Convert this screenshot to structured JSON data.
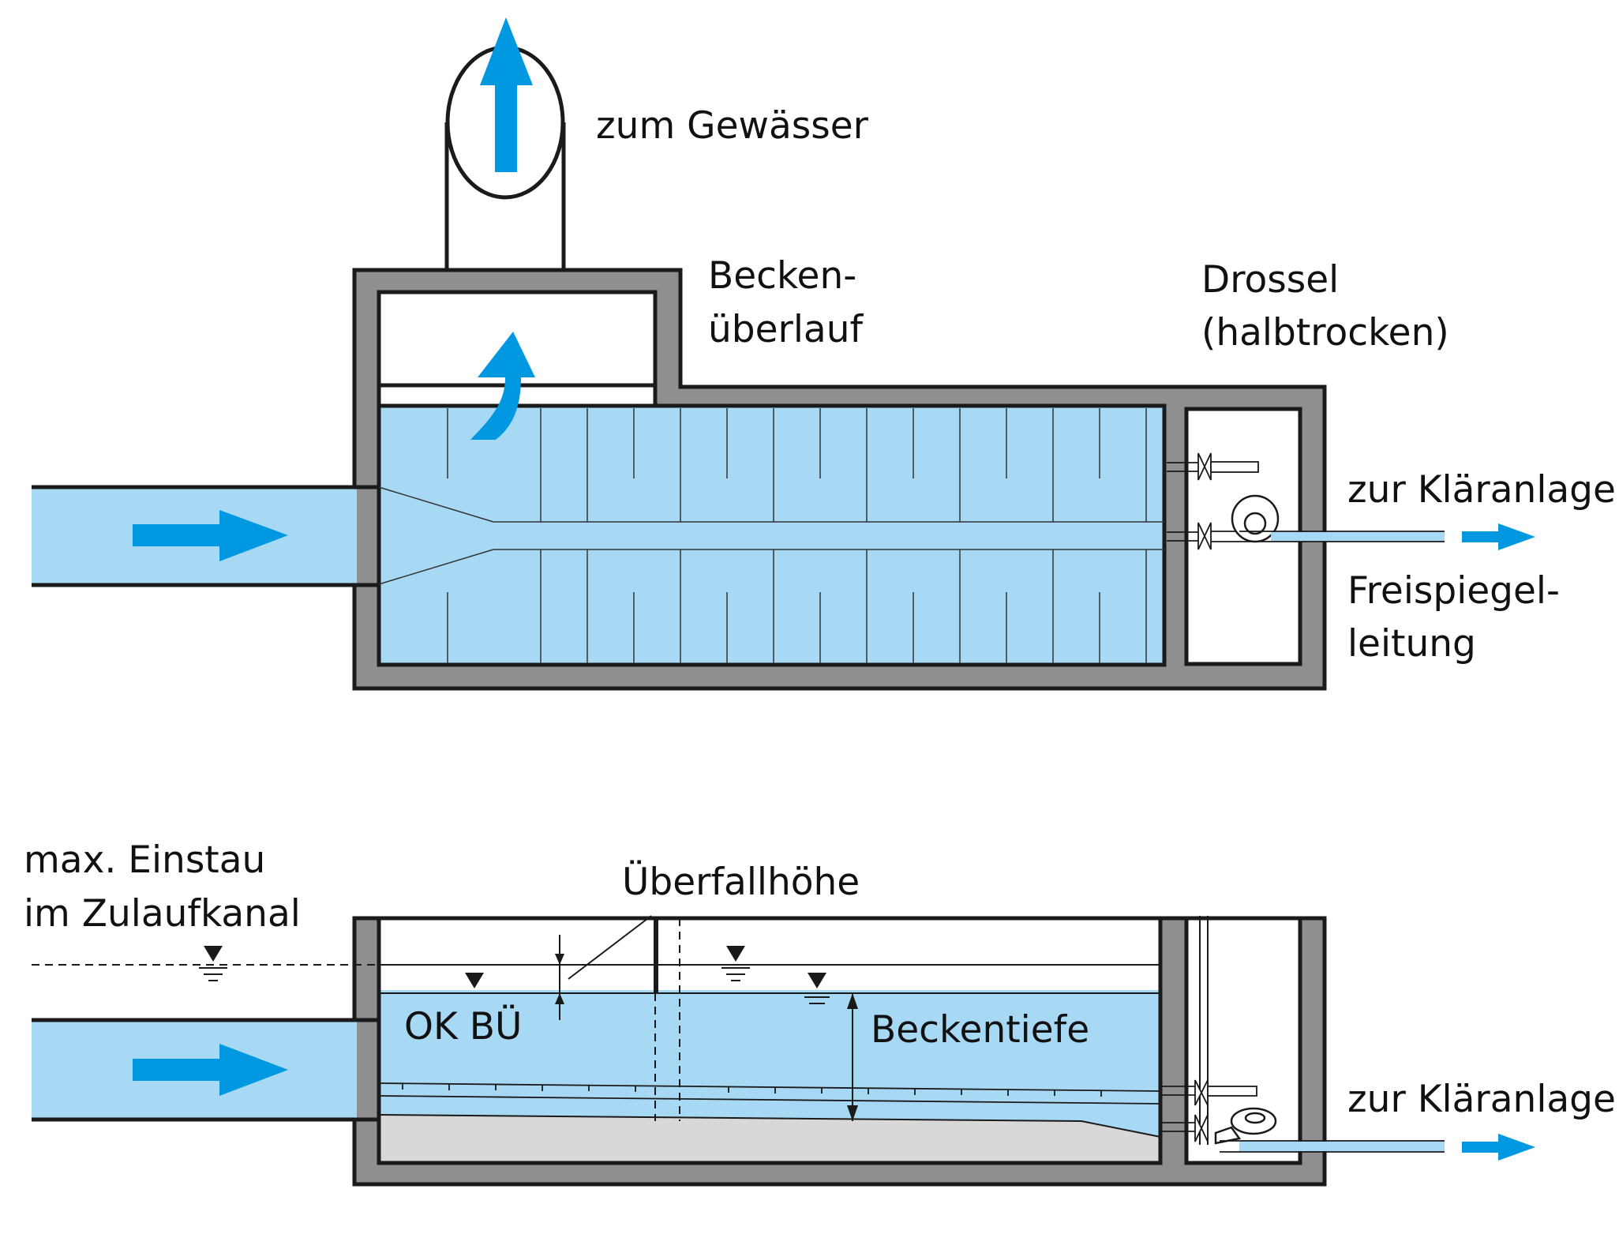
{
  "colors": {
    "water": "#a7d9f5",
    "arrow": "#0098e0",
    "wall": "#8f8f8f",
    "outline": "#1a1a1a",
    "sludge": "#d8d8d8"
  },
  "labels": {
    "to_water_body": "zum Gewässer",
    "overflow_line1": "Becken-",
    "overflow_line2": "überlauf",
    "throttle_line1": "Drossel",
    "throttle_line2": "(halbtrocken)",
    "to_plant_top": "zur Kläranlage",
    "free_surface_line1": "Freispiegel-",
    "free_surface_line2": "leitung",
    "max_backwater_line1": "max. Einstau",
    "max_backwater_line2": "im Zulaufkanal",
    "overflow_height": "Überfallhöhe",
    "ok_bue": "OK BÜ",
    "basin_depth": "Beckentiefe",
    "to_plant_bottom": "zur Kläranlage"
  }
}
